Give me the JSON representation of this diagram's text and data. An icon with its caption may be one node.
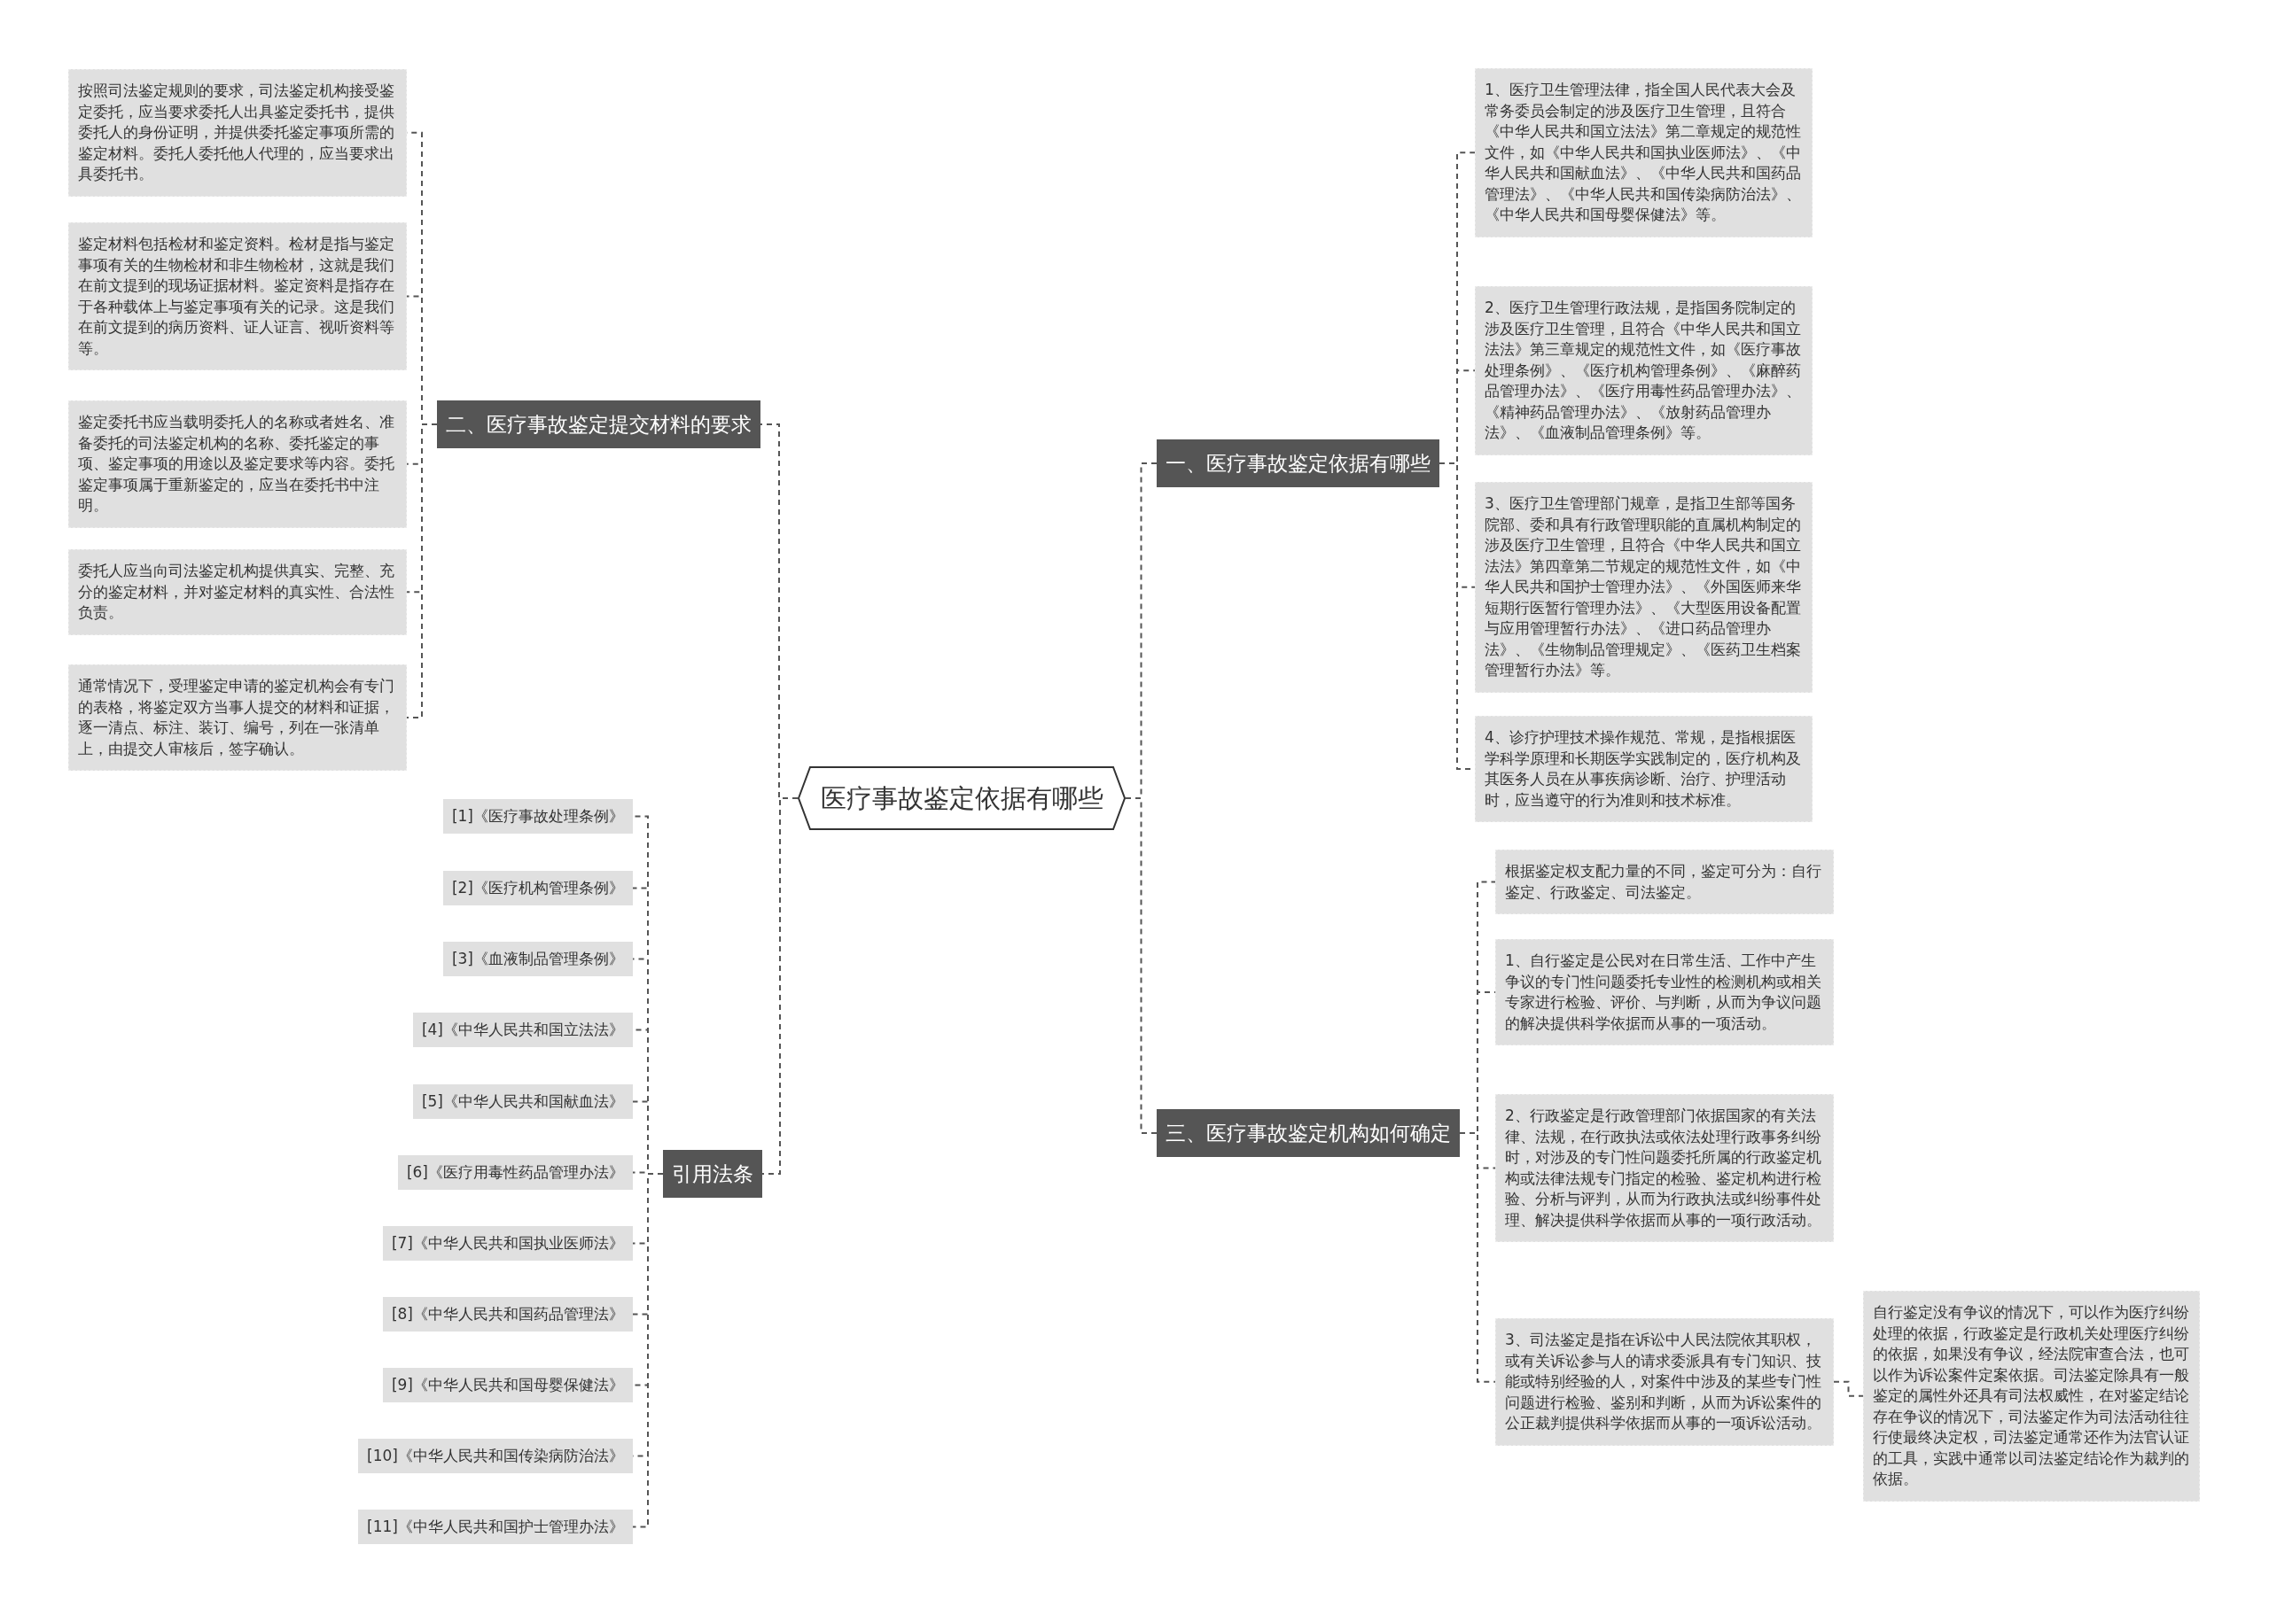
{
  "diagram": {
    "nodes": [
      {
        "text": [
          "医疗事故鉴定依据有哪些"
        ]
      },
      {
        "text": [
          "二、医疗事故鉴定提交材料的要求"
        ]
      },
      {
        "text": [
          "按照司法鉴定规则的要求，司法鉴定机构接受鉴定委托，应当要求委托人出具鉴定委托书，提供委托人的身份证明，并提供委托鉴定事项所需的鉴定材料。委托人委托他人代理的，应当要求出具委托书。"
        ]
      },
      {
        "text": [
          "鉴定材料包括检材和鉴定资料。检材是指与鉴定事项有关的生物检材和非生物检材，这就是我们在前文提到的现场证据材料。鉴定资料是指存在于各种载体上与鉴定事项有关的记录。这是我们在前文提到的病历资料、证人证言、视听资料等等。"
        ]
      },
      {
        "text": [
          "鉴定委托书应当载明委托人的名称或者姓名、准备委托的司法鉴定机构的名称、委托鉴定的事项、鉴定事项的用途以及鉴定要求等内容。委托鉴定事项属于重新鉴定的，应当在委托书中注明。"
        ]
      },
      {
        "text": [
          "委托人应当向司法鉴定机构提供真实、完整、充分的鉴定材料，并对鉴定材料的真实性、合法性负责。"
        ]
      },
      {
        "text": [
          "通常情况下，受理鉴定申请的鉴定机构会有专门的表格，将鉴定双方当事人提交的材料和证据，逐一清点、标注、装订、编号，列在一张清单上，由提交人审核后，签字确认。"
        ]
      },
      {
        "text": [
          "引用法条"
        ]
      },
      {
        "text": [
          "[1]《医疗事故处理条例》"
        ]
      },
      {
        "text": [
          "[2]《医疗机构管理条例》"
        ]
      },
      {
        "text": [
          "[3]《血液制品管理条例》"
        ]
      },
      {
        "text": [
          "[4]《中华人民共和国立法法》"
        ]
      },
      {
        "text": [
          "[5]《中华人民共和国献血法》"
        ]
      },
      {
        "text": [
          "[6]《医疗用毒性药品管理办法》"
        ]
      },
      {
        "text": [
          "[7]《中华人民共和国执业医师法》"
        ]
      },
      {
        "text": [
          "[8]《中华人民共和国药品管理法》"
        ]
      },
      {
        "text": [
          "[9]《中华人民共和国母婴保健法》"
        ]
      },
      {
        "text": [
          "[10]《中华人民共和国传染病防治法》"
        ]
      },
      {
        "text": [
          "[11]《中华人民共和国护士管理办法》"
        ]
      },
      {
        "text": [
          "一、医疗事故鉴定依据有哪些"
        ]
      },
      {
        "text": [
          "1、医疗卫生管理法律，指全国人民代表大会及常务委员会制定的涉及医疗卫生管理，且符合《中华人民共和国立法法》第二章规定的规范性文件，如《中华人民共和国执业医师法》、《中华人民共和国献血法》、《中华人民共和国药品管理法》、《中华人民共和国传染病防治法》、《中华人民共和国母婴保健法》等。"
        ]
      },
      {
        "text": [
          "2、医疗卫生管理行政法规，是指国务院制定的涉及医疗卫生管理，且符合《中华人民共和国立法法》第三章规定的规范性文件，如《医疗事故处理条例》、《医疗机构管理条例》、《麻醉药品管理办法》、《医疗用毒性药品管理办法》、《精神药品管理办法》、《放射药品管理办法》、《血液制品管理条例》等。"
        ]
      },
      {
        "text": [
          "3、医疗卫生管理部门规章，是指卫生部等国务院部、委和具有行政管理职能的直属机构制定的涉及医疗卫生管理，且符合《中华人民共和国立法法》第四章第二节规定的规范性文件，如《中华人民共和国护士管理办法》、《外国医师来华短期行医暂行管理办法》、《大型医用设备配置与应用管理暂行办法》、《进口药品管理办法》、《生物制品管理规定》、《医药卫生档案管理暂行办法》等。"
        ]
      },
      {
        "text": [
          "4、诊疗护理技术操作规范、常规，是指根据医学科学原理和长期医学实践制定的，医疗机构及其医务人员在从事疾病诊断、治疗、护理活动时，应当遵守的行为准则和技术标准。"
        ]
      },
      {
        "text": [
          "三、医疗事故鉴定机构如何确定"
        ]
      },
      {
        "text": [
          "根据鉴定权支配力量的不同，鉴定可分为：自行鉴定、行政鉴定、司法鉴定。"
        ]
      },
      {
        "text": [
          "1、自行鉴定是公民对在日常生活、工作中产生争议的专门性问题委托专业性的检测机构或相关专家进行检验、评价、与判断，从而为争议问题的解决提供科学依据而从事的一项活动。"
        ]
      },
      {
        "text": [
          "2、行政鉴定是行政管理部门依据国家的有关法律、法规，在行政执法或依法处理行政事务纠纷时，对涉及的专门性问题委托所属的行政鉴定机构或法律法规专门指定的检验、鉴定机构进行检验、分析与评判，从而为行政执法或纠纷事件处理、解决提供科学依据而从事的一项行政活动。"
        ]
      },
      {
        "text": [
          "3、司法鉴定是指在诉讼中人民法院依其职权，或有关诉讼参与人的请求委派具有专门知识、技能或特别经验的人，对案件中涉及的某些专门性问题进行检验、鉴别和判断，从而为诉讼案件的公正裁判提供科学依据而从事的一项诉讼活动。"
        ]
      },
      {
        "text": [
          "自行鉴定没有争议的情况下，可以作为医疗纠纷处理的依据，行政鉴定是行政机关处理医疗纠纷的依据，如果没有争议，经法院审查合法，也可以作为诉讼案件定案依据。司法鉴定除具有一般鉴定的属性外还具有司法权威性，在对鉴定结论存在争议的情况下，司法鉴定作为司法活动往往行使最终决定权，司法鉴定通常还作为法官认证的工具，实践中通常以司法鉴定结论作为裁判的依据。"
        ]
      }
    ],
    "edges": [
      {
        "from": 0,
        "to": 1,
        "arrow": "none"
      },
      {
        "from": 1,
        "to": 2,
        "arrow": "none"
      },
      {
        "from": 1,
        "to": 3,
        "arrow": "none"
      },
      {
        "from": 1,
        "to": 4,
        "arrow": "none"
      },
      {
        "from": 1,
        "to": 5,
        "arrow": "none"
      },
      {
        "from": 1,
        "to": 6,
        "arrow": "none"
      },
      {
        "from": 0,
        "to": 7,
        "arrow": "none"
      },
      {
        "from": 7,
        "to": 8,
        "arrow": "none"
      },
      {
        "from": 7,
        "to": 9,
        "arrow": "none"
      },
      {
        "from": 7,
        "to": 10,
        "arrow": "none"
      },
      {
        "from": 7,
        "to": 11,
        "arrow": "none"
      },
      {
        "from": 7,
        "to": 12,
        "arrow": "none"
      },
      {
        "from": 7,
        "to": 13,
        "arrow": "none"
      },
      {
        "from": 7,
        "to": 14,
        "arrow": "none"
      },
      {
        "from": 7,
        "to": 15,
        "arrow": "none"
      },
      {
        "from": 7,
        "to": 16,
        "arrow": "none"
      },
      {
        "from": 7,
        "to": 17,
        "arrow": "none"
      },
      {
        "from": 7,
        "to": 18,
        "arrow": "none"
      },
      {
        "from": 0,
        "to": 19,
        "arrow": "none"
      },
      {
        "from": 19,
        "to": 20,
        "arrow": "none"
      },
      {
        "from": 19,
        "to": 21,
        "arrow": "none"
      },
      {
        "from": 19,
        "to": 22,
        "arrow": "none"
      },
      {
        "from": 19,
        "to": 23,
        "arrow": "none"
      },
      {
        "from": 0,
        "to": 24,
        "arrow": "none"
      },
      {
        "from": 24,
        "to": 25,
        "arrow": "none"
      },
      {
        "from": 24,
        "to": 26,
        "arrow": "none"
      },
      {
        "from": 24,
        "to": 27,
        "arrow": "none"
      },
      {
        "from": 24,
        "to": 28,
        "arrow": "none"
      },
      {
        "from": 28,
        "to": 29,
        "arrow": "none"
      }
    ]
  }
}
